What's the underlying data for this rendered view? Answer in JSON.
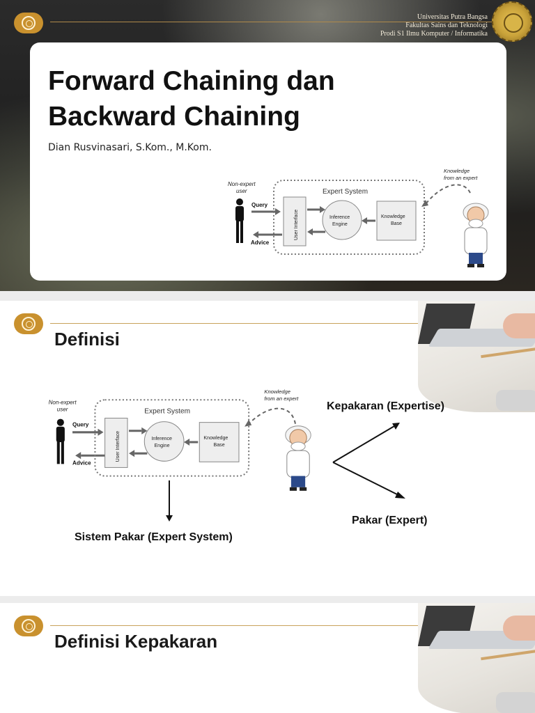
{
  "header": {
    "university_lines": [
      "Universitas Putra Bangsa",
      "Fakultas Sains dan Teknologi",
      "Prodi S1 Ilmu Komputer / Informatika"
    ]
  },
  "slide1": {
    "title_line1": "Forward Chaining dan",
    "title_line2": "Backward Chaining",
    "author": "Dian Rusvinasari, S.Kom., M.Kom."
  },
  "diagram": {
    "user_label_1": "Non-expert",
    "user_label_2": "user",
    "query": "Query",
    "advice": "Advice",
    "system_title": "Expert System",
    "user_interface": "User Interface",
    "inference_1": "Inference",
    "inference_2": "Engine",
    "knowledge_1": "Knowledge",
    "knowledge_2": "Base",
    "expert_note_1": "Knowledge",
    "expert_note_2": "from an expert"
  },
  "slide2": {
    "title": "Definisi",
    "label_expertise": "Kepakaran (Expertise)",
    "label_expert": "Pakar (Expert)",
    "label_system": "Sistem Pakar (Expert System)"
  },
  "slide3": {
    "title": "Definisi Kepakaran"
  },
  "colors": {
    "gold": "#c9912e",
    "dark_bg": "#1f1f1f"
  }
}
